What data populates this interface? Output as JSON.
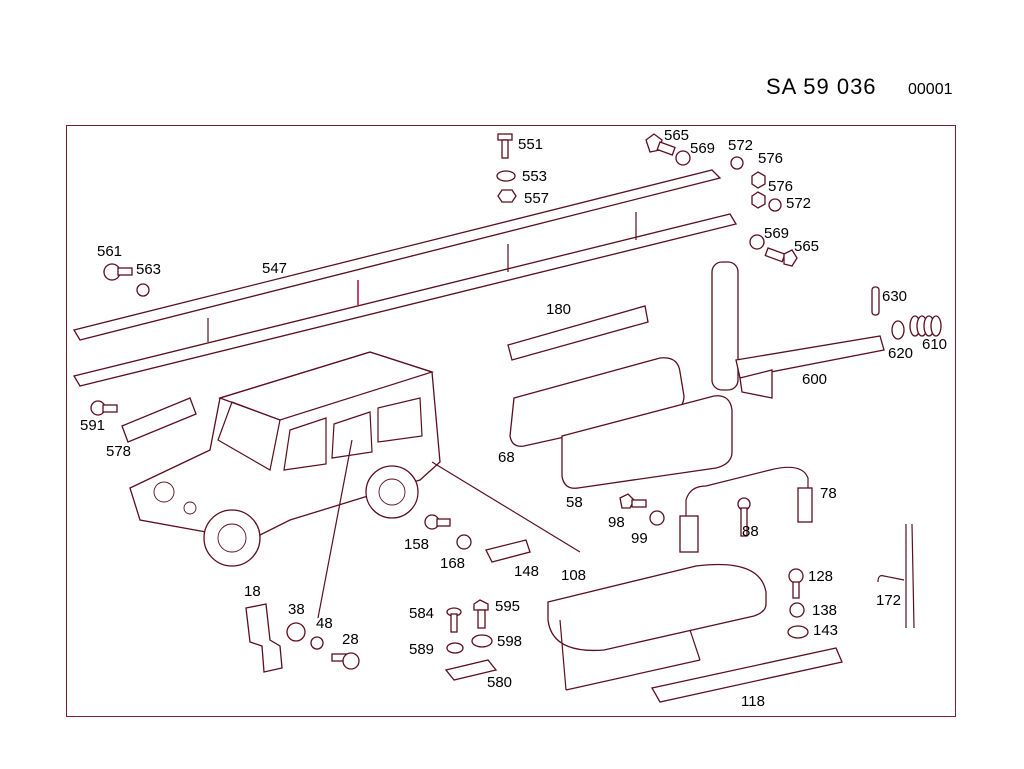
{
  "header": {
    "code": "SA   59 036",
    "sequence": "00001"
  },
  "labels": {
    "l551": "551",
    "l553": "553",
    "l557": "557",
    "l565a": "565",
    "l569a": "569",
    "l572a": "572",
    "l576a": "576",
    "l576b": "576",
    "l572b": "572",
    "l569b": "569",
    "l565b": "565",
    "l561": "561",
    "l563": "563",
    "l547": "547",
    "l180": "180",
    "l630": "630",
    "l620": "620",
    "l610": "610",
    "l600": "600",
    "l591": "591",
    "l578": "578",
    "l68": "68",
    "l58": "58",
    "l78": "78",
    "l98": "98",
    "l99": "99",
    "l88": "88",
    "l158": "158",
    "l168": "168",
    "l148": "148",
    "l108": "108",
    "l18": "18",
    "l38": "38",
    "l48": "48",
    "l28": "28",
    "l584": "584",
    "l595": "595",
    "l589": "589",
    "l598": "598",
    "l580": "580",
    "l128": "128",
    "l138": "138",
    "l143": "143",
    "l172": "172",
    "l118": "118"
  }
}
